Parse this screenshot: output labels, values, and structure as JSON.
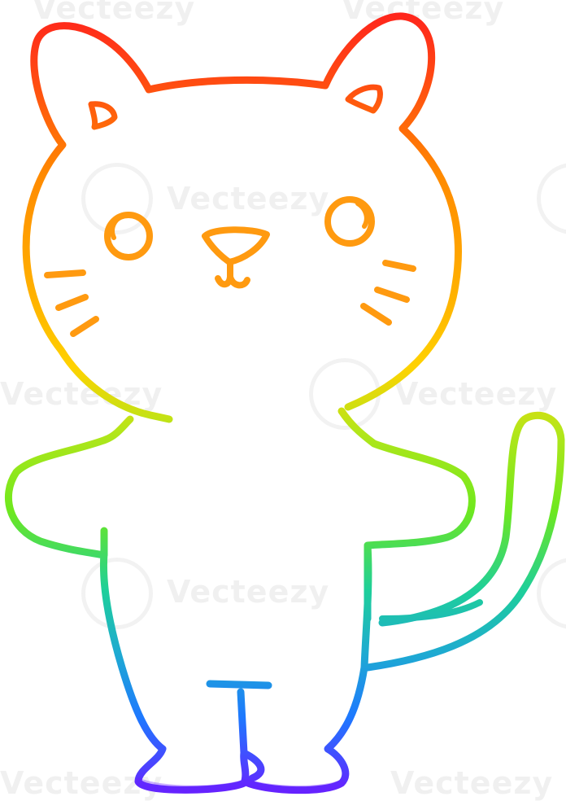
{
  "image": {
    "description_type": "cartoon-illustration",
    "subject": "cat",
    "style": "rainbow gradient line art on white"
  },
  "watermark": {
    "text": "Vecteezy"
  },
  "colors": {
    "background": "#ffffff",
    "gradient_top": "#ff1e1e",
    "gradient_orange": "#ff8a00",
    "gradient_yellow": "#ffc800",
    "gradient_green": "#7ee81a",
    "gradient_teal": "#1ec8b4",
    "gradient_blue": "#1e8cff",
    "gradient_bottom": "#6a1eff",
    "feature_color": "#ff9a10"
  }
}
